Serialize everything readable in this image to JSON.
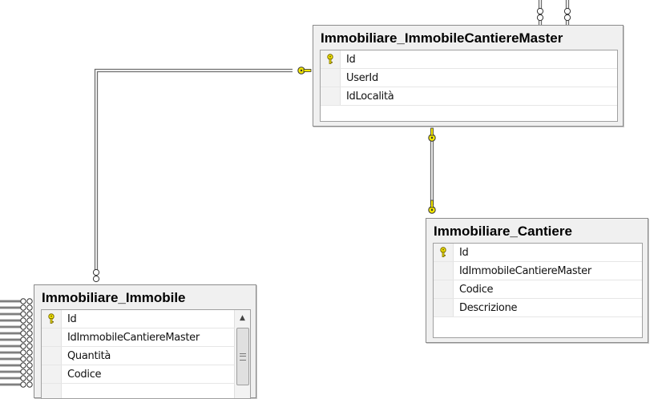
{
  "tables": {
    "master": {
      "name": "Immobiliare_ImmobileCantiereMaster",
      "columns": [
        {
          "name": "Id",
          "key": true
        },
        {
          "name": "UserId",
          "key": false
        },
        {
          "name": "IdLocalità",
          "key": false
        }
      ]
    },
    "cantiere": {
      "name": "Immobiliare_Cantiere",
      "columns": [
        {
          "name": "Id",
          "key": true
        },
        {
          "name": "IdImmobileCantiereMaster",
          "key": false
        },
        {
          "name": "Codice",
          "key": false
        },
        {
          "name": "Descrizione",
          "key": false
        }
      ]
    },
    "immobile": {
      "name": "Immobiliare_Immobile",
      "columns": [
        {
          "name": "Id",
          "key": true
        },
        {
          "name": "IdImmobileCantiereMaster",
          "key": false
        },
        {
          "name": "Quantità",
          "key": false
        },
        {
          "name": "Codice",
          "key": false
        }
      ]
    }
  },
  "colors": {
    "key_icon": "#f2e600",
    "relationship_line": "#6d6d6d",
    "table_background": "#f0f0f0"
  },
  "icons": {
    "primary_key": "key-icon",
    "relationship_one_end": "key-endpoint-icon",
    "relationship_many_end": "infinity-endpoint-icon"
  }
}
